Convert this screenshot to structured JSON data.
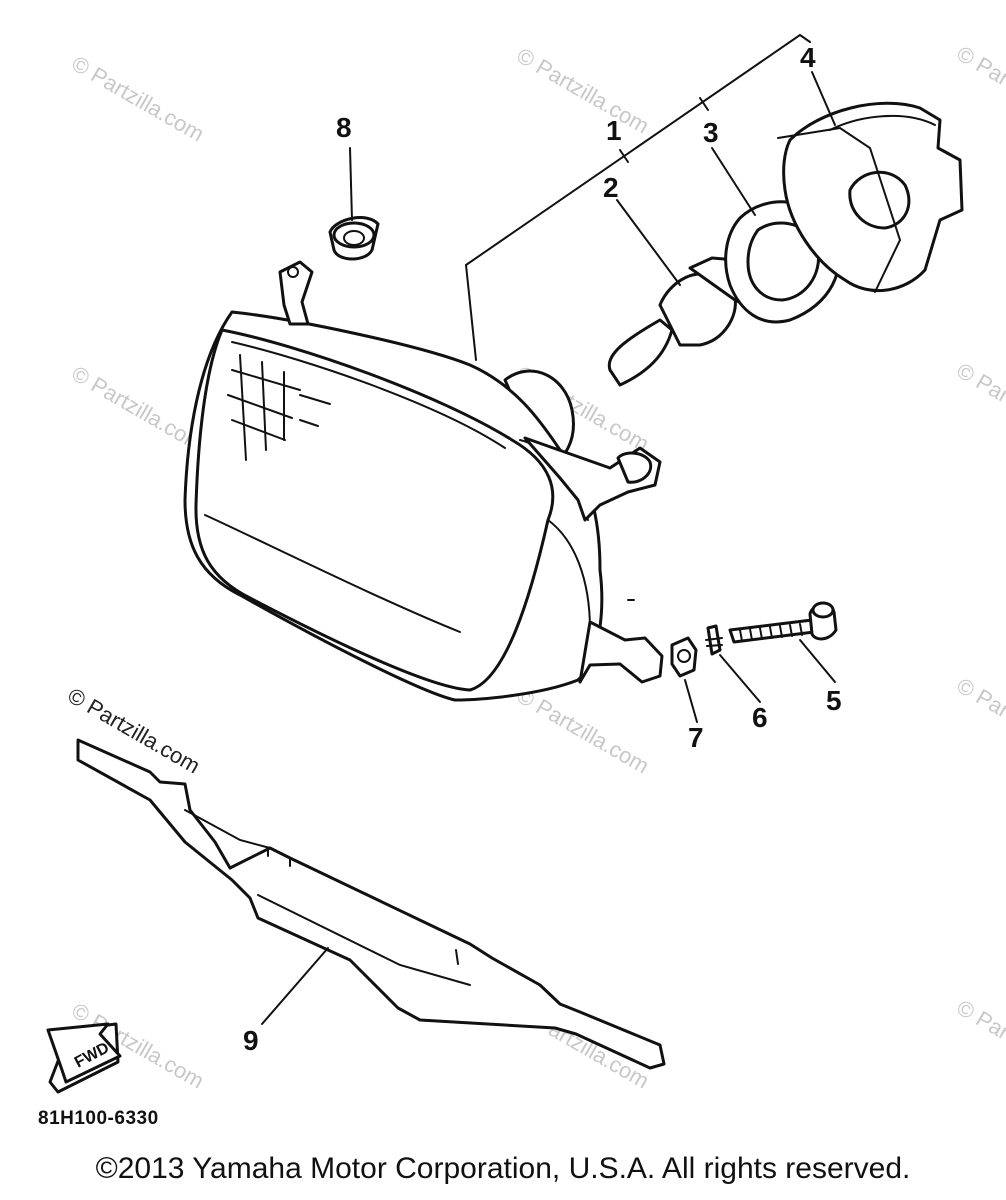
{
  "callouts": [
    "1",
    "2",
    "3",
    "4",
    "5",
    "6",
    "7",
    "8",
    "9"
  ],
  "watermark": "© Partzilla.com",
  "fwd_label": "FWD",
  "diagram_code": "81H100-6330",
  "copyright": "©2013 Yamaha Motor Corporation, U.S.A. All rights reserved."
}
